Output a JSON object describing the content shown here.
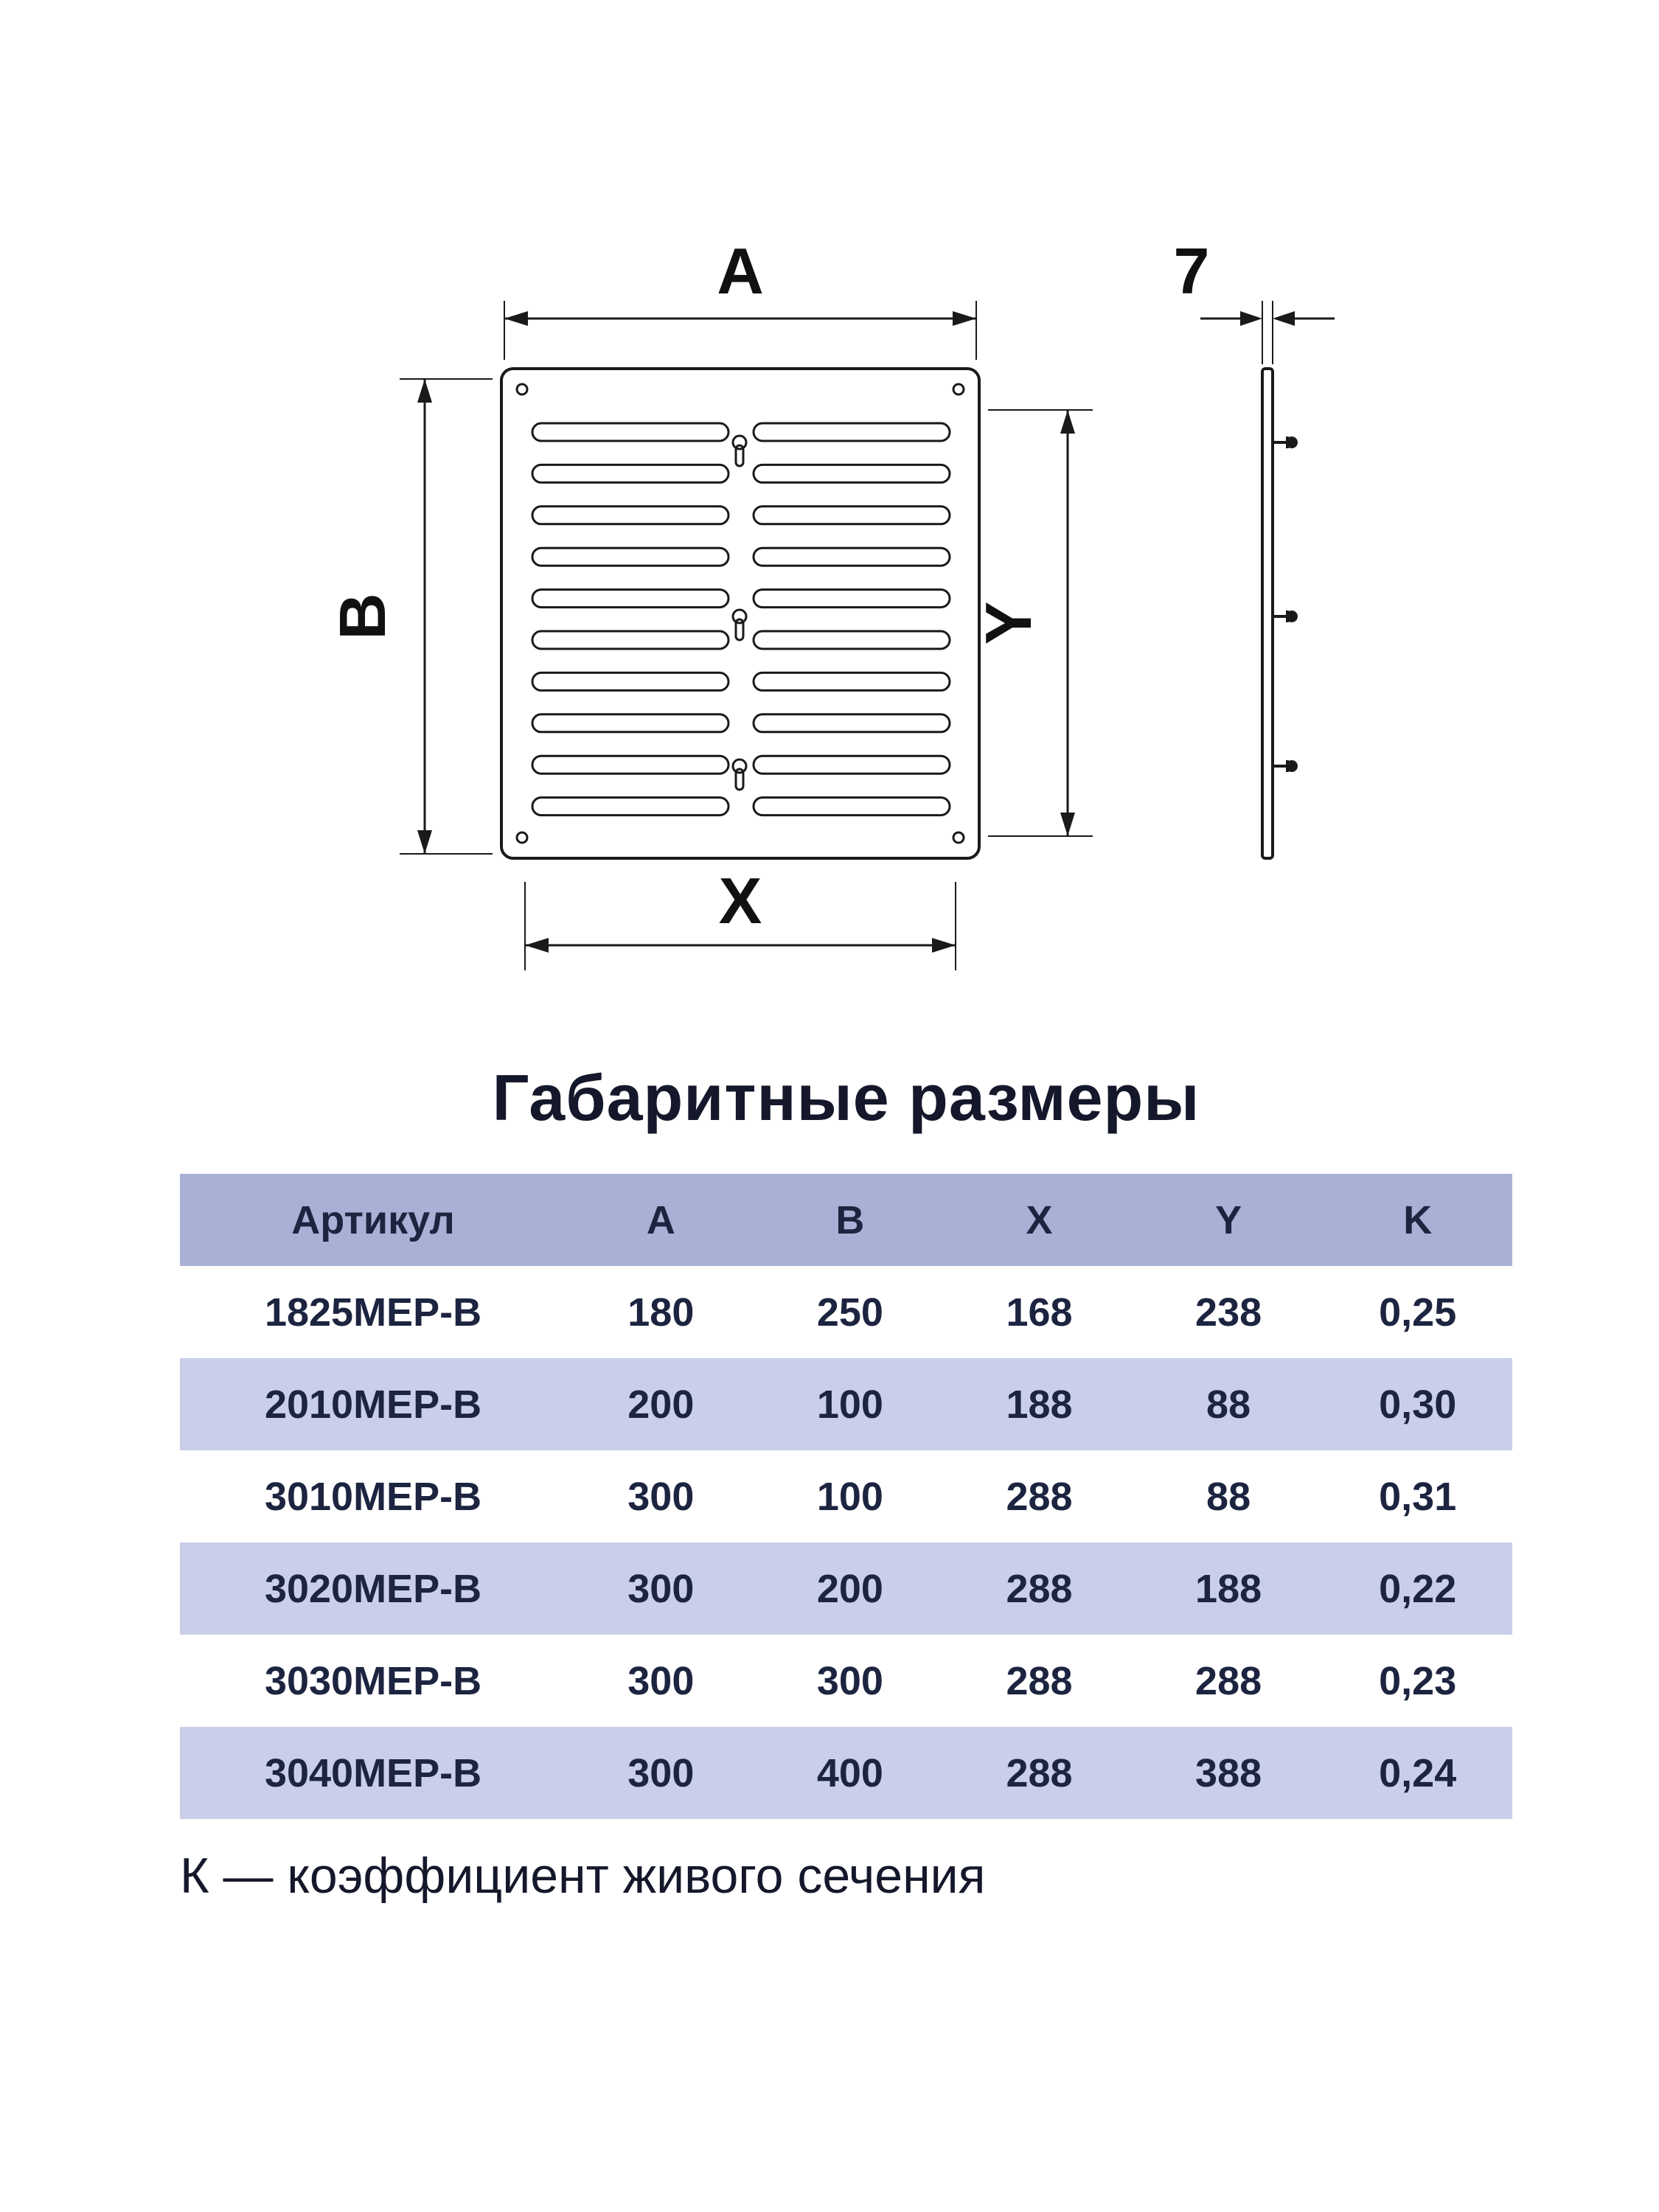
{
  "colors": {
    "header_bg": "#a9b0d5",
    "row_alt_bg": "#c9cee9",
    "text_dark": "#1d2440",
    "line": "#1a1a1a"
  },
  "drawing": {
    "front_view": {
      "dim_top": "A",
      "dim_left": "B",
      "dim_bottom": "X",
      "dim_right": "Y"
    },
    "side_view": {
      "dim_thickness": "7"
    }
  },
  "section_title": "Габаритные размеры",
  "table": {
    "columns": [
      "Артикул",
      "A",
      "B",
      "X",
      "Y",
      "K"
    ],
    "rows": [
      [
        "1825МЕР-В",
        "180",
        "250",
        "168",
        "238",
        "0,25"
      ],
      [
        "2010МЕР-В",
        "200",
        "100",
        "188",
        "88",
        "0,30"
      ],
      [
        "3010МЕР-В",
        "300",
        "100",
        "288",
        "88",
        "0,31"
      ],
      [
        "3020МЕР-В",
        "300",
        "200",
        "288",
        "188",
        "0,22"
      ],
      [
        "3030МЕР-В",
        "300",
        "300",
        "288",
        "288",
        "0,23"
      ],
      [
        "3040МЕР-В",
        "300",
        "400",
        "288",
        "388",
        "0,24"
      ]
    ]
  },
  "footnote": "К — коэффициент живого сечения"
}
